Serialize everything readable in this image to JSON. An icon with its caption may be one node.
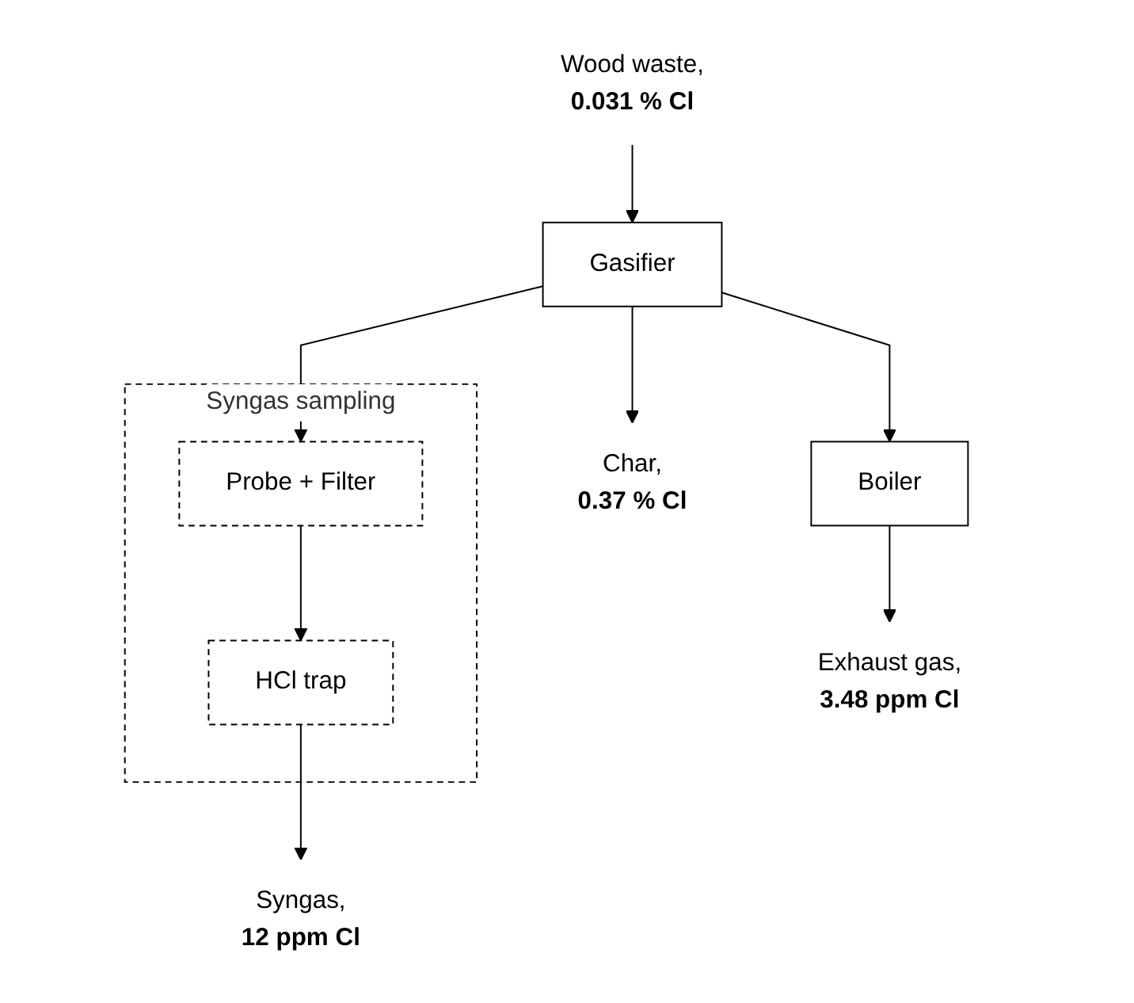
{
  "diagram": {
    "nodes": [
      {
        "text": [
          "Wood waste,",
          "0.031 % Cl"
        ]
      },
      {
        "text": [
          "Gasifier"
        ]
      },
      {
        "text": [
          "Syngas sampling"
        ]
      },
      {
        "text": [
          "Probe + Filter"
        ],
        "in": 2
      },
      {
        "text": [
          "HCl trap"
        ],
        "in": 2
      },
      {
        "text": [
          "Boiler"
        ]
      },
      {
        "text": [
          "Exhaust gas,",
          "3.48 ppm Cl"
        ]
      },
      {
        "text": [
          "Char,",
          "0.37 % Cl"
        ]
      },
      {
        "text": [
          "Syngas,",
          "12 ppm Cl"
        ]
      }
    ],
    "edges": [
      {
        "from": 0,
        "to": 1,
        "arrow": "to"
      },
      {
        "from": 1,
        "to": 5,
        "arrow": "to"
      },
      {
        "from": 1,
        "to": 3,
        "arrow": "to"
      },
      {
        "from": 3,
        "to": 4,
        "arrow": "to"
      },
      {
        "from": 4,
        "to": 8,
        "arrow": "to"
      },
      {
        "from": 5,
        "to": 6,
        "arrow": "to"
      },
      {
        "from": 1,
        "to": 7,
        "arrow": "to"
      }
    ]
  }
}
